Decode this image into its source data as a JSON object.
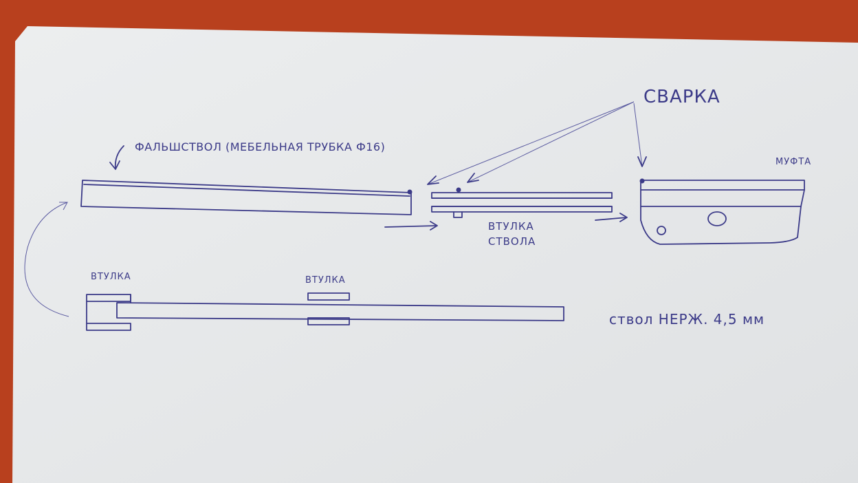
{
  "labels": {
    "welding": "СВАРКА",
    "false_barrel": "ФАЛЬШСТВОЛ (МЕБЕЛЬНАЯ ТРУБКА Ф16)",
    "coupling": "МУФТА",
    "barrel_bushing": "ВТУЛКА СТВОЛА",
    "bushing_left": "ВТУЛКА",
    "bushing_mid": "ВТУЛКА",
    "barrel_spec": "ствол НЕРЖ. 4,5 мм"
  },
  "colors": {
    "ink": "#3b3a88",
    "paper": "#e9ebec",
    "table": "#b8401e"
  }
}
